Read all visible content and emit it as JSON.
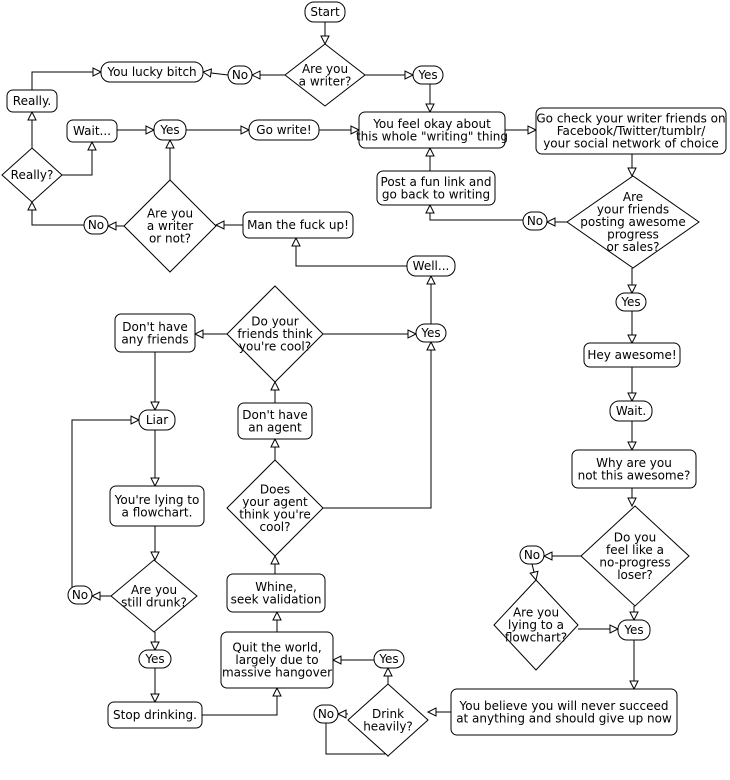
{
  "colors": {
    "stroke": "#000000",
    "fill": "#ffffff",
    "text": "#000000"
  },
  "nodes": {
    "start": {
      "type": "terminal",
      "lines": [
        "Start"
      ]
    },
    "q_writer": {
      "type": "decision",
      "lines": [
        "Are you",
        "a writer?"
      ]
    },
    "no1": {
      "type": "terminal",
      "lines": [
        "No"
      ]
    },
    "yes1": {
      "type": "terminal",
      "lines": [
        "Yes"
      ]
    },
    "lucky": {
      "type": "terminal",
      "lines": [
        "You lucky bitch"
      ]
    },
    "really_box": {
      "type": "process",
      "lines": [
        "Really."
      ]
    },
    "really_q": {
      "type": "decision",
      "lines": [
        "Really?"
      ]
    },
    "wait_dots": {
      "type": "process",
      "lines": [
        "Wait..."
      ]
    },
    "yes2": {
      "type": "terminal",
      "lines": [
        "Yes"
      ]
    },
    "go_write": {
      "type": "terminal",
      "lines": [
        "Go write!"
      ]
    },
    "feel_okay": {
      "type": "process",
      "lines": [
        "You feel okay about",
        "this whole \"writing\" thing"
      ]
    },
    "check_friends": {
      "type": "process",
      "lines": [
        "Go check your writer friends on",
        "Facebook/Twitter/tumblr/",
        "your social network of choice"
      ]
    },
    "q_writer_or_not": {
      "type": "decision",
      "lines": [
        "Are you",
        "a writer",
        "or not?"
      ]
    },
    "no2": {
      "type": "terminal",
      "lines": [
        "No"
      ]
    },
    "post_link": {
      "type": "process",
      "lines": [
        "Post a fun link and",
        "go back to writing"
      ]
    },
    "no3": {
      "type": "terminal",
      "lines": [
        "No"
      ]
    },
    "q_friends_posting": {
      "type": "decision",
      "lines": [
        "Are",
        "your friends",
        "posting awesome",
        "progress",
        "or sales?"
      ]
    },
    "man_up": {
      "type": "process",
      "lines": [
        "Man the fuck up!"
      ]
    },
    "well": {
      "type": "terminal",
      "lines": [
        "Well..."
      ]
    },
    "yes3": {
      "type": "terminal",
      "lines": [
        "Yes"
      ]
    },
    "q_friends_cool": {
      "type": "decision",
      "lines": [
        "Do your",
        "friends think",
        "you're cool?"
      ]
    },
    "no_friends": {
      "type": "process",
      "lines": [
        "Don't have",
        "any friends"
      ]
    },
    "yes4": {
      "type": "terminal",
      "lines": [
        "Yes"
      ]
    },
    "hey_awesome": {
      "type": "process",
      "lines": [
        "Hey awesome!"
      ]
    },
    "liar": {
      "type": "terminal",
      "lines": [
        "Liar"
      ]
    },
    "no_agent": {
      "type": "process",
      "lines": [
        "Don't have",
        "an agent"
      ]
    },
    "wait": {
      "type": "terminal",
      "lines": [
        "Wait."
      ]
    },
    "why_not": {
      "type": "process",
      "lines": [
        "Why are you",
        "not this awesome?"
      ]
    },
    "lying": {
      "type": "process",
      "lines": [
        "You're lying to",
        "a flowchart."
      ]
    },
    "q_agent_cool": {
      "type": "decision",
      "lines": [
        "Does",
        "your agent",
        "think you're",
        "cool?"
      ]
    },
    "q_no_progress": {
      "type": "decision",
      "lines": [
        "Do you",
        "feel like a",
        "no-progress",
        "loser?"
      ]
    },
    "no4": {
      "type": "terminal",
      "lines": [
        "No"
      ]
    },
    "whine": {
      "type": "process",
      "lines": [
        "Whine,",
        "seek validation"
      ]
    },
    "q_drunk": {
      "type": "decision",
      "lines": [
        "Are you",
        "still drunk?"
      ]
    },
    "no5": {
      "type": "terminal",
      "lines": [
        "No"
      ]
    },
    "q_lying_flow": {
      "type": "decision",
      "lines": [
        "Are you",
        "lying to a",
        "flowchart?"
      ]
    },
    "yes5": {
      "type": "terminal",
      "lines": [
        "Yes"
      ]
    },
    "quit": {
      "type": "process",
      "lines": [
        "Quit the world,",
        "largely due to",
        "massive hangover"
      ]
    },
    "yes6": {
      "type": "terminal",
      "lines": [
        "Yes"
      ]
    },
    "yes7": {
      "type": "terminal",
      "lines": [
        "Yes"
      ]
    },
    "never_succeed": {
      "type": "process",
      "lines": [
        "You believe you will never succeed",
        "at anything and should give up now"
      ]
    },
    "q_drink": {
      "type": "decision",
      "lines": [
        "Drink",
        "heavily?"
      ]
    },
    "no6": {
      "type": "terminal",
      "lines": [
        "No"
      ]
    },
    "stop_drinking": {
      "type": "process",
      "lines": [
        "Stop drinking."
      ]
    }
  }
}
